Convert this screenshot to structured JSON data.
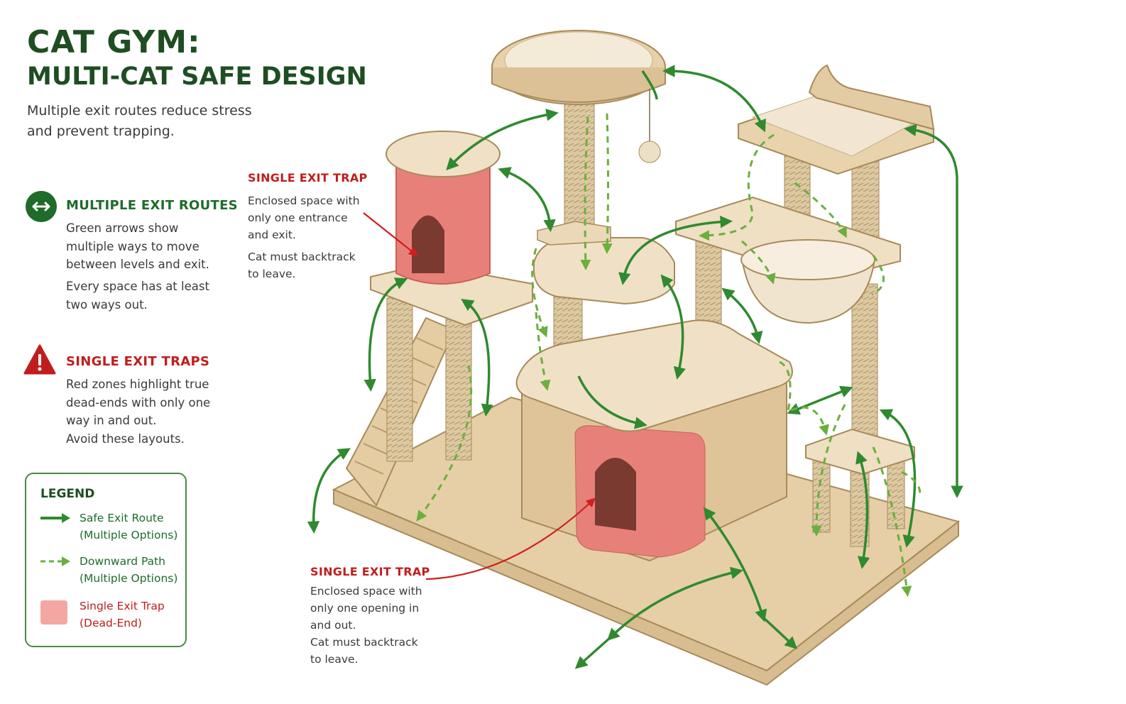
{
  "header": {
    "title_line1": "CAT GYM:",
    "title_line2": "MULTI-CAT SAFE DESIGN",
    "subtitle": "Multiple exit routes reduce stress and prevent trapping."
  },
  "sections": {
    "multiple_exit": {
      "heading": "MULTIPLE EXIT ROUTES",
      "text1": "Green arrows show multiple ways to move between levels and exit.",
      "text2": "Every space has at least two ways out.",
      "icon": "double-arrow-icon"
    },
    "single_exit": {
      "heading": "SINGLE EXIT TRAPS",
      "text1": "Red zones highlight true dead-ends with only one way in and out.",
      "text2": "Avoid these layouts.",
      "icon": "warning-icon"
    }
  },
  "legend": {
    "title": "LEGEND",
    "items": [
      {
        "label": "Safe Exit Route",
        "note": "(Multiple Options)",
        "icon": "solid-green-arrow-icon"
      },
      {
        "label": "Downward Path",
        "note": "(Multiple Options)",
        "icon": "dashed-green-arrow-icon"
      },
      {
        "label": "Single Exit Trap",
        "note": "(Dead-End)",
        "icon": "red-swatch-icon"
      }
    ]
  },
  "callouts": {
    "top": {
      "heading": "SINGLE EXIT TRAP",
      "line1": "Enclosed space with only one entrance and exit.",
      "line2": "Cat must backtrack to leave."
    },
    "bottom": {
      "heading": "SINGLE EXIT TRAP",
      "line1": "Enclosed space with only one opening in and out.",
      "line2": "Cat must backtrack to leave."
    }
  },
  "colors": {
    "title_green": "#1f4d22",
    "route_green": "#2f8a2f",
    "trap_red": "#c01e1e",
    "trap_fill": "#e8807a",
    "wood": "#e9d3ae",
    "sisal": "#dcc9a2",
    "cushion": "#f3e8d6"
  }
}
